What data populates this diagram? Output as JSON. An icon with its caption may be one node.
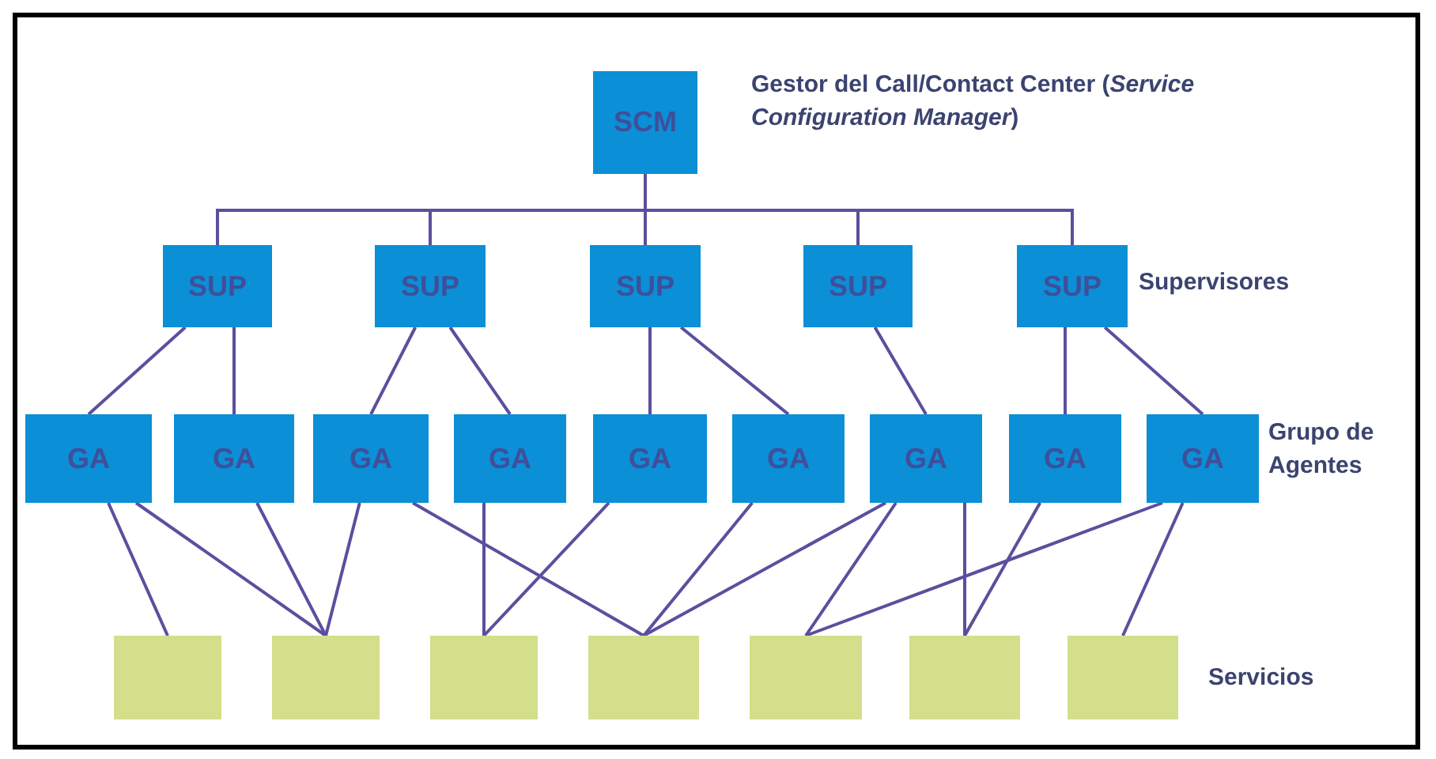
{
  "diagram": {
    "nodes": [
      {
        "text": [
          "SCM"
        ],
        "beside": [
          "Gestor del Call/Contact Center (*Service Configuration Manager*)"
        ]
      },
      {
        "text": [
          "SUP"
        ]
      },
      {
        "text": [
          "SUP"
        ]
      },
      {
        "text": [
          "SUP"
        ]
      },
      {
        "text": [
          "SUP"
        ]
      },
      {
        "text": [
          "SUP"
        ]
      },
      {
        "text": [
          "GA"
        ]
      },
      {
        "text": [
          "GA"
        ]
      },
      {
        "text": [
          "GA"
        ]
      },
      {
        "text": [
          "GA"
        ]
      },
      {
        "text": [
          "GA"
        ]
      },
      {
        "text": [
          "GA"
        ]
      },
      {
        "text": [
          "GA"
        ]
      },
      {
        "text": [
          "GA"
        ]
      },
      {
        "text": [
          "GA"
        ]
      },
      {
        "text": [],
        "shape": "box"
      },
      {
        "text": [],
        "shape": "box"
      },
      {
        "text": [],
        "shape": "box"
      },
      {
        "text": [],
        "shape": "box"
      },
      {
        "text": [],
        "shape": "box"
      },
      {
        "text": [],
        "shape": "box"
      },
      {
        "text": [],
        "shape": "box"
      }
    ],
    "edges": [
      {
        "from": 0,
        "to": 1,
        "arrow": "none"
      },
      {
        "from": 0,
        "to": 2,
        "arrow": "none"
      },
      {
        "from": 0,
        "to": 3,
        "arrow": "none"
      },
      {
        "from": 0,
        "to": 4,
        "arrow": "none"
      },
      {
        "from": 0,
        "to": 5,
        "arrow": "none"
      },
      {
        "from": 1,
        "to": 6,
        "arrow": "none"
      },
      {
        "from": 1,
        "to": 7,
        "arrow": "none"
      },
      {
        "from": 2,
        "to": 8,
        "arrow": "none"
      },
      {
        "from": 2,
        "to": 9,
        "arrow": "none"
      },
      {
        "from": 3,
        "to": 10,
        "arrow": "none"
      },
      {
        "from": 3,
        "to": 11,
        "arrow": "none"
      },
      {
        "from": 4,
        "to": 12,
        "arrow": "none"
      },
      {
        "from": 5,
        "to": 13,
        "arrow": "none"
      },
      {
        "from": 5,
        "to": 14,
        "arrow": "none"
      },
      {
        "from": 6,
        "to": 15,
        "arrow": "none"
      },
      {
        "from": 6,
        "to": 16,
        "arrow": "none"
      },
      {
        "from": 7,
        "to": 16,
        "arrow": "none"
      },
      {
        "from": 8,
        "to": 16,
        "arrow": "none"
      },
      {
        "from": 8,
        "to": 18,
        "arrow": "none"
      },
      {
        "from": 9,
        "to": 17,
        "arrow": "none"
      },
      {
        "from": 10,
        "to": 17,
        "arrow": "none"
      },
      {
        "from": 11,
        "to": 18,
        "arrow": "none"
      },
      {
        "from": 12,
        "to": 18,
        "arrow": "none"
      },
      {
        "from": 12,
        "to": 19,
        "arrow": "none"
      },
      {
        "from": 12,
        "to": 20,
        "arrow": "none"
      },
      {
        "from": 13,
        "to": 20,
        "arrow": "none"
      },
      {
        "from": 14,
        "to": 19,
        "arrow": "none"
      },
      {
        "from": 14,
        "to": 21,
        "arrow": "none"
      }
    ],
    "labels": [
      "Supervisores",
      "Grupo de Agentes",
      "Servicios"
    ]
  }
}
